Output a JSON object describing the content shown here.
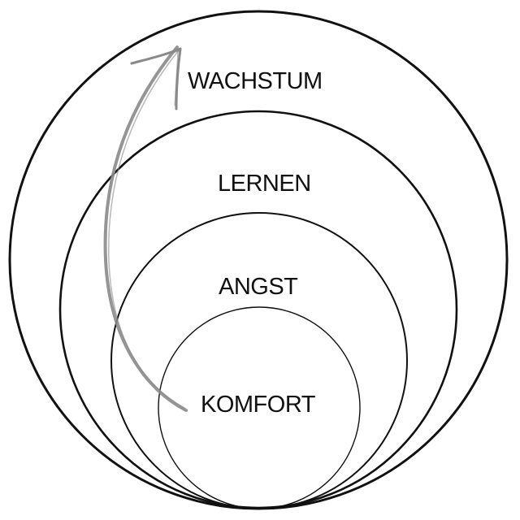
{
  "zones": [
    {
      "id": "wachstum",
      "label": "WACHSTUM"
    },
    {
      "id": "lernen",
      "label": "LERNEN"
    },
    {
      "id": "angst",
      "label": "ANGST"
    },
    {
      "id": "komfort",
      "label": "KOMFORT"
    }
  ],
  "colors": {
    "outline": "#111111",
    "arrow": "#8a8a8a",
    "background": "#ffffff"
  },
  "icons": {
    "growth_arrow": "curved-arrow-up-icon"
  }
}
